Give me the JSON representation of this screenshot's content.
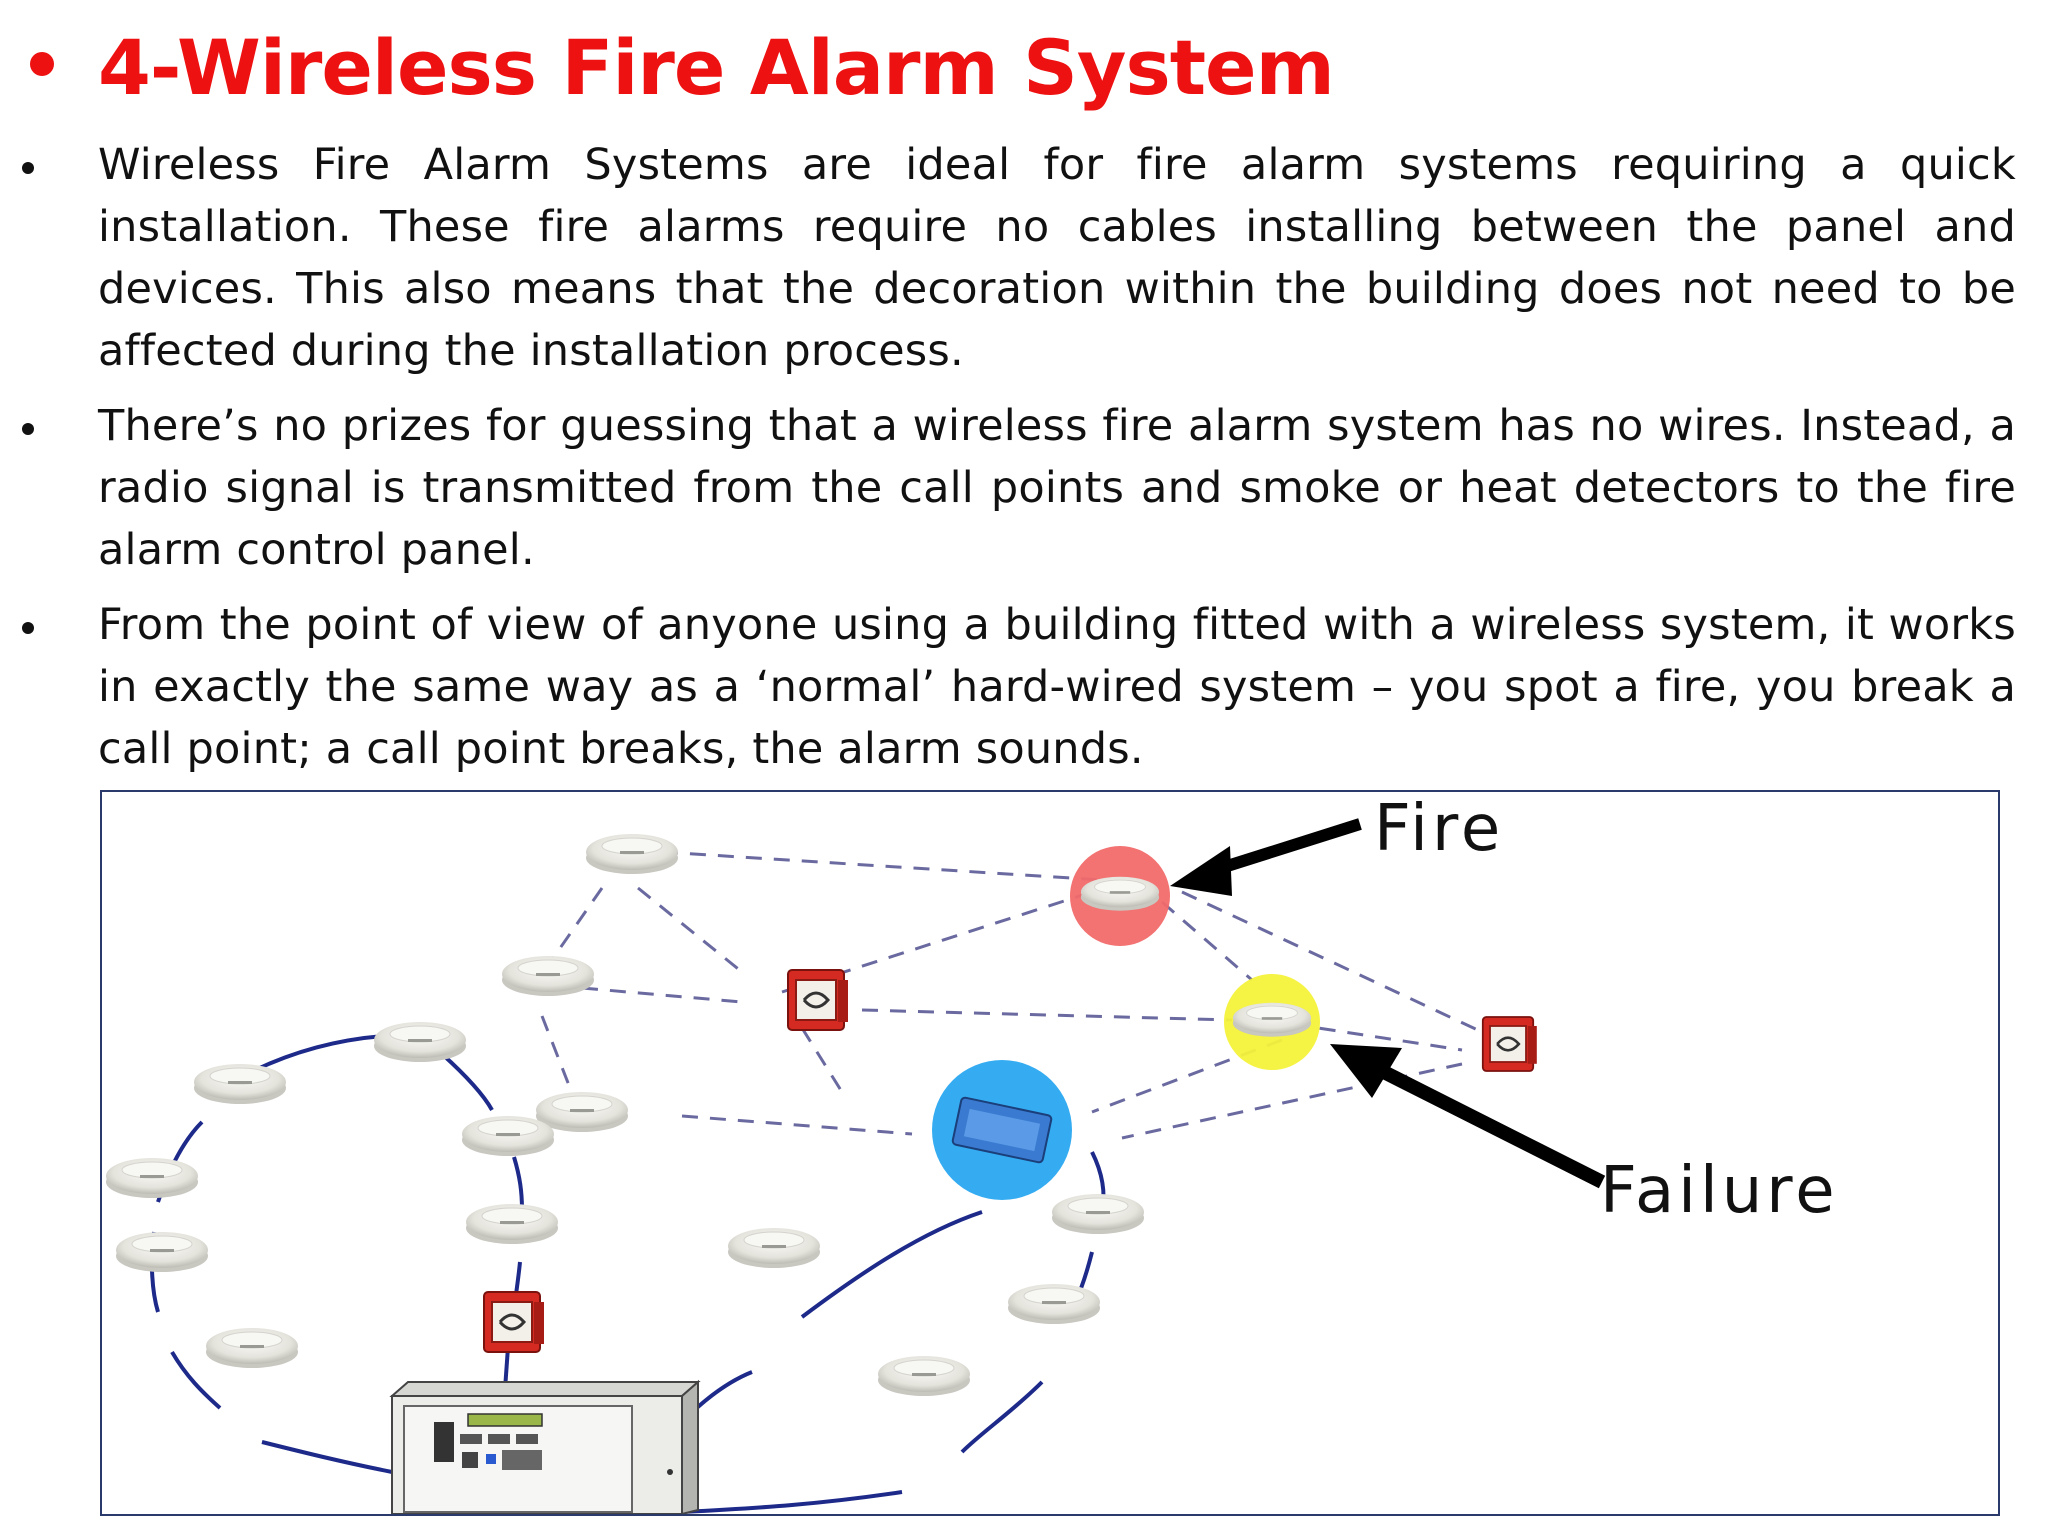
{
  "slide": {
    "title": "4-Wireless Fire Alarm System",
    "colors": {
      "title": "#ee1111",
      "text": "#111111",
      "frame": "#2a3b6b",
      "wire": "#1d2a8a",
      "radio_link": "#6a6aa0",
      "fire_highlight": "#f26a6a",
      "failure_highlight": "#f4f23a",
      "panel_highlight": "#2aa8f0",
      "call_point": "#d42a22"
    },
    "bullets": [
      "Wireless Fire Alarm Systems are ideal for fire alarm systems requiring a quick installation. These fire alarms require no cables installing between the panel and devices. This also means that the decoration within the building does not need to be affected during the installation process.",
      "There’s no prizes for guessing that a wireless fire alarm system has no wires.  Instead, a radio signal is transmitted from the call points and smoke or heat detectors to the fire alarm control panel.",
      "From the point of view of anyone using a building fitted with a wireless system,  it works in exactly the same way as a ‘normal’ hard-wired system – you spot a fire, you break a call point; a call point breaks, the alarm sounds."
    ]
  },
  "diagram": {
    "labels": {
      "fire": "Fire",
      "failure": "Failure"
    },
    "icons": [
      "smoke-detector-icon",
      "manual-call-point-icon",
      "control-panel-icon",
      "wireless-translator-icon",
      "arrow-icon"
    ]
  }
}
